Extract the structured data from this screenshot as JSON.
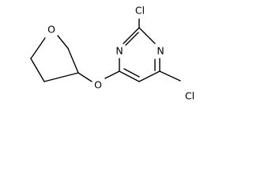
{
  "structure": {
    "atoms": {
      "cl_top": "Cl",
      "cl_bottom": "Cl",
      "n_left": "N",
      "n_right": "N",
      "o_ether": "O",
      "o_ring": "O"
    }
  },
  "colors": {
    "bond": "#000000",
    "label": "#000000",
    "background": "#ffffff"
  }
}
